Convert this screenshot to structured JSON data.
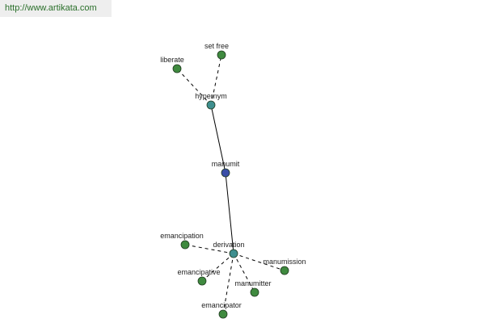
{
  "site_url": "http://www.artikata.com",
  "colors": {
    "center_node": "#3a4ea8",
    "hub_node": "#3f8f8f",
    "leaf_node": "#3f8a3f",
    "edge": "#000000",
    "url_text": "#2a6f2a"
  },
  "graph": {
    "nodes": [
      {
        "id": "manumit",
        "label": "manumit",
        "kind": "center"
      },
      {
        "id": "hypernym",
        "label": "hypernym",
        "kind": "hub"
      },
      {
        "id": "derivation",
        "label": "derivation",
        "kind": "hub"
      },
      {
        "id": "set-free",
        "label": "set free",
        "kind": "leaf"
      },
      {
        "id": "liberate",
        "label": "liberate",
        "kind": "leaf"
      },
      {
        "id": "emancipation",
        "label": "emancipation",
        "kind": "leaf"
      },
      {
        "id": "manumission",
        "label": "manumission",
        "kind": "leaf"
      },
      {
        "id": "emancipative",
        "label": "emancipative",
        "kind": "leaf"
      },
      {
        "id": "manumitter",
        "label": "manumitter",
        "kind": "leaf"
      },
      {
        "id": "emancipator",
        "label": "emancipator",
        "kind": "leaf"
      }
    ],
    "edges": [
      {
        "from": "manumit",
        "to": "hypernym",
        "style": "solid"
      },
      {
        "from": "manumit",
        "to": "derivation",
        "style": "solid"
      },
      {
        "from": "hypernym",
        "to": "set-free",
        "style": "dashed"
      },
      {
        "from": "hypernym",
        "to": "liberate",
        "style": "dashed"
      },
      {
        "from": "derivation",
        "to": "emancipation",
        "style": "dashed"
      },
      {
        "from": "derivation",
        "to": "manumission",
        "style": "dashed"
      },
      {
        "from": "derivation",
        "to": "emancipative",
        "style": "dashed"
      },
      {
        "from": "derivation",
        "to": "manumitter",
        "style": "dashed"
      },
      {
        "from": "derivation",
        "to": "emancipator",
        "style": "dashed"
      }
    ]
  }
}
